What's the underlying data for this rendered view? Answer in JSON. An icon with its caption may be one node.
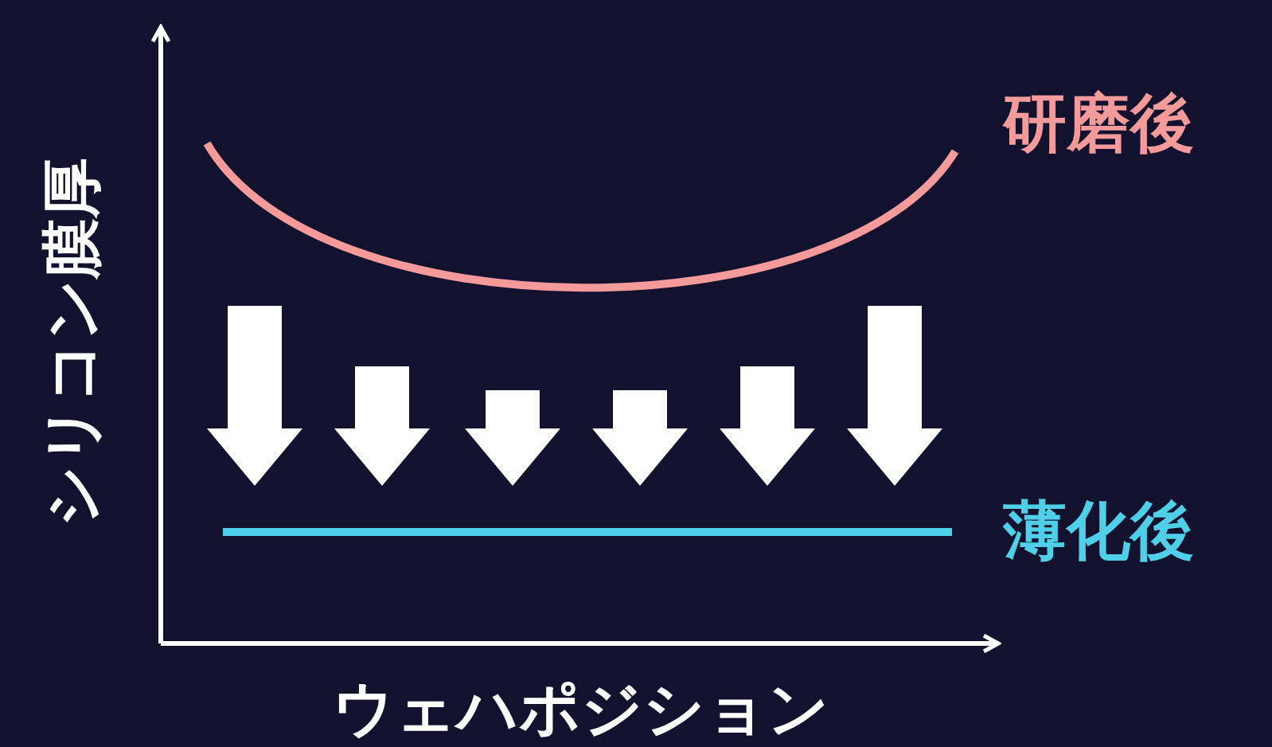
{
  "diagram": {
    "labels": [
      "研磨後",
      "シリコン膜厚",
      "薄化後",
      "ウェハポジション"
    ]
  }
}
